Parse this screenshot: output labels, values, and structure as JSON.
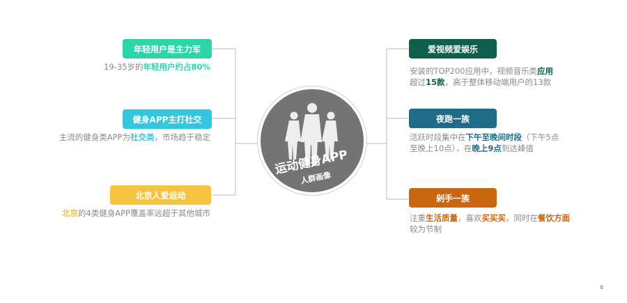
{
  "center": {
    "title": "运动健身APP",
    "subtitle": "人群画像"
  },
  "left_nodes": [
    {
      "label": "年轻用户是主力军",
      "color": "#2dd4a8",
      "desc_parts": [
        {
          "text": "19-35岁的",
          "hl": false
        },
        {
          "text": "年轻用户约占80%",
          "hl": true
        }
      ]
    },
    {
      "label": "健身APP主打社交",
      "color": "#34c6dc",
      "desc_parts": [
        {
          "text": "主流的健身类APP为",
          "hl": false
        },
        {
          "text": "社交类",
          "hl": true
        },
        {
          "text": "，市场趋于稳定",
          "hl": false
        }
      ]
    },
    {
      "label": "北京人爱运动",
      "color": "#f5c242",
      "desc_parts": [
        {
          "text": "北京",
          "hl": true
        },
        {
          "text": "的4类健身APP覆盖率远超于其他城市",
          "hl": false
        }
      ]
    }
  ],
  "right_nodes": [
    {
      "label": "爱视频爱娱乐",
      "color": "#0e5f4c",
      "desc_parts": [
        {
          "text": "安装的TOP200应用中，视频音乐类",
          "hl": false
        },
        {
          "text": "应用",
          "hl": true
        },
        {
          "text": "超过",
          "hl": false
        },
        {
          "text": "15款",
          "hl": true
        },
        {
          "text": "，高于整体移动端用户的13款",
          "hl": false
        }
      ]
    },
    {
      "label": "夜跑一族",
      "color": "#1f6c86",
      "desc_parts": [
        {
          "text": "活跃时段集中在",
          "hl": false
        },
        {
          "text": "下午至晚间时段",
          "hl": true
        },
        {
          "text": "（下午5点至晚上10点），在",
          "hl": false
        },
        {
          "text": "晚上9点",
          "hl": true
        },
        {
          "text": "到达峰值",
          "hl": false
        }
      ]
    },
    {
      "label": "剁手一族",
      "color": "#c9660f",
      "desc_parts": [
        {
          "text": "注重",
          "hl": false
        },
        {
          "text": "生活质量",
          "hl": true
        },
        {
          "text": "，喜欢",
          "hl": false
        },
        {
          "text": "买买买",
          "hl": true
        },
        {
          "text": "，同时在",
          "hl": false
        },
        {
          "text": "餐饮方面",
          "hl": true
        },
        {
          "text": "较为节制",
          "hl": false
        }
      ]
    }
  ],
  "page_number": "8"
}
